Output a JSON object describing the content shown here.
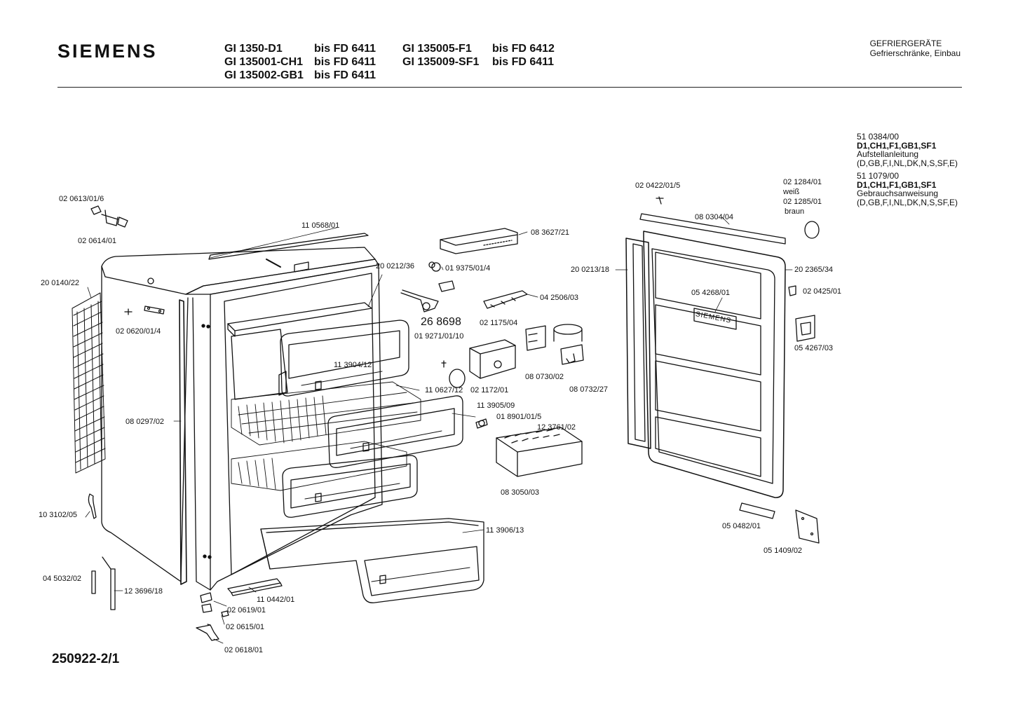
{
  "header": {
    "brand": "SIEMENS",
    "models": [
      [
        "GI 1350-D1",
        "bis FD 6411",
        "GI 135005-F1",
        "bis FD 6412"
      ],
      [
        "GI 135001-CH1",
        "bis FD 6411",
        "GI 135009-SF1",
        "bis FD 6411"
      ],
      [
        "GI 135002-GB1",
        "bis FD 6411",
        "",
        ""
      ]
    ],
    "category_line1": "GEFRIERGERÄTE",
    "category_line2": "Gefrierschränke, Einbau"
  },
  "documents": [
    {
      "number": "51 0384/00",
      "variants": "D1,CH1,F1,GB1,SF1",
      "name": "Aufstellanleitung",
      "languages": "(D,GB,F,I,NL,DK,N,S,SF,E)"
    },
    {
      "number": "51 1079/00",
      "variants": "D1,CH1,F1,GB1,SF1",
      "name": "Gebrauchsanweisung",
      "languages": "(D,GB,F,I,NL,DK,N,S,SF,E)"
    }
  ],
  "door_label": "SIEMENS",
  "parts": {
    "p020613": "02 0613/01/6",
    "p020614": "02 0614/01",
    "p110568": "11 0568/01",
    "p200140": "20 0140/22",
    "p020620": "02 0620/01/4",
    "p080297": "08 0297/02",
    "p103102": "10 3102/05",
    "p045032": "04 5032/02",
    "p123696": "12 3696/18",
    "p020619": "02 0619/01",
    "p020615": "02 0615/01",
    "p020618": "02 0618/01",
    "p110442": "11 0442/01",
    "p113904": "11 3904/12",
    "p110627": "11 0627/12",
    "p113905": "11 3905/09",
    "p113906": "11 3906/13",
    "p200212": "20 0212/36",
    "p019375": "01 9375/01/4",
    "p083627": "08 3627/21",
    "p042506": "04 2506/03",
    "p268698": "26 8698",
    "p021175": "02 1175/04",
    "p019271": "01 9271/01/10",
    "p021172": "02 1172/01",
    "p080730": "08 0730/02",
    "p080732": "08 0732/27",
    "p018901": "01 8901/01/5",
    "p123761": "12 3761/02",
    "p083050": "08 3050/03",
    "p020422": "02 0422/01/5",
    "p080304": "08 0304/04",
    "p021284": "02 1284/01",
    "weiss": "weiß",
    "p021285": "02 1285/01",
    "braun": "braun",
    "p200213": "20 0213/18",
    "p202365": "20 2365/34",
    "p054268": "05 4268/01",
    "p020425": "02 0425/01",
    "p054267": "05 4267/03",
    "p050482": "05 0482/01",
    "p051409": "05 1409/02"
  },
  "footer": {
    "drawing_number": "250922-2/1"
  }
}
